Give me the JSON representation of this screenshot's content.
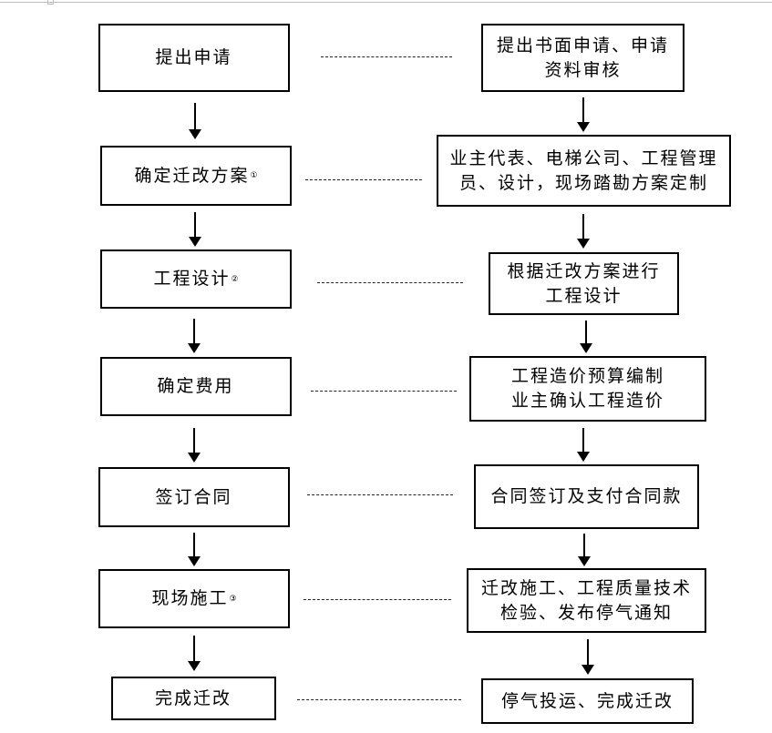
{
  "left_steps": [
    {
      "label": "提出申请",
      "note": ""
    },
    {
      "label": "确定迁改方案",
      "note": "①"
    },
    {
      "label": "工程设计",
      "note": "②"
    },
    {
      "label": "确定费用",
      "note": ""
    },
    {
      "label": "签订合同",
      "note": ""
    },
    {
      "label": "现场施工",
      "note": "③"
    },
    {
      "label": "完成迁改",
      "note": ""
    }
  ],
  "right_steps": [
    {
      "lines": [
        "提出书面申请、申请",
        "资料审核"
      ]
    },
    {
      "lines": [
        "业主代表、电梯公司、工程管理",
        "员、设计，现场踏勘方案定制"
      ]
    },
    {
      "lines": [
        "根据迁改方案进行",
        "工程设计"
      ]
    },
    {
      "lines": [
        "工程造价预算编制",
        "业主确认工程造价"
      ]
    },
    {
      "lines": [
        "合同签订及支付合同款"
      ]
    },
    {
      "lines": [
        "迁改施工、工程质量技术",
        "检验、发布停气通知"
      ]
    },
    {
      "lines": [
        "停气投运、完成迁改"
      ]
    }
  ]
}
